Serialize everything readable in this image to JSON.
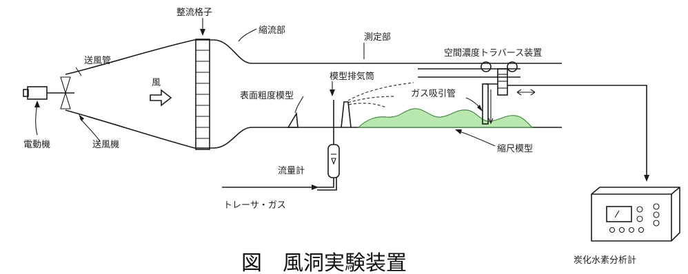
{
  "labels": {
    "straightener": "整流格子",
    "contraction": "縮流部",
    "measurement": "測定部",
    "diffuser": "送風管",
    "traverse": "空間濃度トラバース装置",
    "exhaust": "模型排気筒",
    "wind": "風",
    "roughness": "表面粗度模型",
    "suction": "ガス吸引管",
    "motor": "電動機",
    "blower": "送風機",
    "scale_model": "縮尺模型",
    "flowmeter": "流量計",
    "tracer": "トレーサ・ガス",
    "analyzer": "炭化水素分析計"
  },
  "caption": "図　風洞実験装置",
  "colors": {
    "terrain": "#b8e8b0",
    "terrain_stroke": "#4a8a48",
    "line": "#1a1a1a"
  }
}
